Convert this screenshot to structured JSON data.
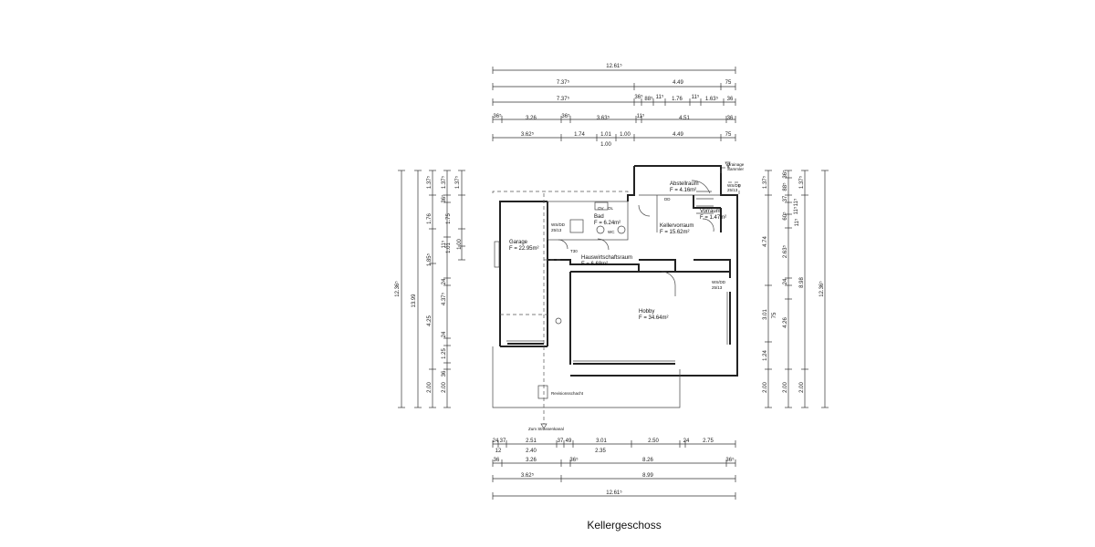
{
  "caption": "Kellergeschoss",
  "rooms": [
    {
      "id": "garage",
      "name": "Garage",
      "area": "F = 22.95m²"
    },
    {
      "id": "bad",
      "name": "Bad",
      "area": "F = 6.24m²"
    },
    {
      "id": "abstellraum",
      "name": "Abstellraum",
      "area": "F = 4.16m²"
    },
    {
      "id": "vorraum",
      "name": "Vorraum",
      "area": "F = 1.47m²"
    },
    {
      "id": "kellervorraum",
      "name": "Kellervorraum",
      "area": "F = 15.62m²"
    },
    {
      "id": "hauswirtschaftsraum",
      "name": "Hauswirtschaftsraum",
      "area": "F = 6.68m²"
    },
    {
      "id": "hobby",
      "name": "Hobby",
      "area": "F = 34.64m²"
    }
  ],
  "annotations": {
    "wsdd_1": "WS/DD",
    "wsdd_1b": "25/13",
    "wsdd_2": "WS/DD",
    "wsdd_2b": "25/13",
    "wsdd_3": "WS/DD",
    "wsdd_3b": "25/13",
    "t30": "T30",
    "dd": "DD",
    "ov": "OV",
    "ol": "OL",
    "wc": "WC",
    "revisionsschacht": "Revisionsschacht",
    "strasse": "Zum Strassenkanal",
    "drainage": "Drainage",
    "drainage_b": "Sammler"
  },
  "dims_top": [
    [
      "12.61⁵"
    ],
    [
      "7.37⁵",
      "4.49",
      "75"
    ],
    [
      "7.37⁵",
      "36⁵",
      "88⁵",
      "11⁵",
      "1.76",
      "11⁵",
      "1.63⁵",
      "36"
    ],
    [
      "36⁵",
      "3.26",
      "36⁵",
      "3.63⁵",
      "11⁵",
      "4.51",
      "36"
    ],
    [
      "3.62⁵",
      "1.74",
      "1.01",
      "1.00",
      "4.49",
      "75"
    ],
    [
      "1.00"
    ]
  ],
  "dims_bottom": [
    [
      "24",
      "37",
      "2.51",
      "37",
      "49",
      "3.01",
      "2.50",
      "24",
      "2.75"
    ],
    [
      "12",
      "2.40",
      "2.35"
    ],
    [
      "36",
      "3.26",
      "36⁵",
      "8.26",
      "36⁵"
    ],
    [
      "3.62⁵",
      "8.99"
    ],
    [
      "12.61⁵"
    ]
  ],
  "dims_left": [
    [
      "12.36⁵"
    ],
    [
      "13.99"
    ],
    [
      "1.37⁵",
      "1.76",
      "1.85⁵",
      "4.25",
      "2.00"
    ],
    [
      "1.37⁵",
      "36⁵",
      "11⁵",
      "24",
      "4.37⁵",
      "24",
      "1.25",
      "36",
      "2.00"
    ],
    [
      "1.37⁵",
      "1.75",
      "1.01",
      "1.00"
    ]
  ],
  "dims_right": [
    [
      "1.37⁵",
      "4.74",
      "3.01",
      "1.24",
      "2.00"
    ],
    [
      "36⁵",
      "88⁵",
      "37",
      "60⁵",
      "11⁵",
      "2.63⁵",
      "24",
      "75",
      "4.26",
      "2.00"
    ],
    [
      "1.37⁵",
      "11⁵",
      "11⁵",
      "8.98",
      "2.00"
    ],
    [
      "12.36⁵"
    ]
  ]
}
